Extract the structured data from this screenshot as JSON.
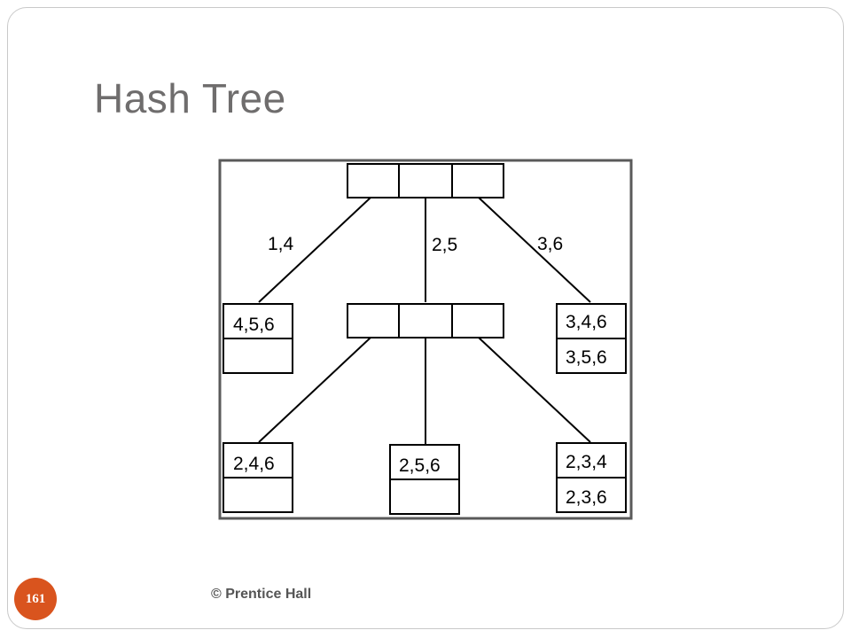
{
  "slide": {
    "title": "Hash Tree",
    "footer": "© Prentice Hall",
    "page_number": "161"
  },
  "diagram": {
    "edge_labels": {
      "left": "1,4",
      "middle": "2,5",
      "right": "3,6"
    },
    "leaves": {
      "top_left": [
        "4,5,6",
        ""
      ],
      "top_right": [
        "3,4,6",
        "3,5,6"
      ],
      "bottom_left": [
        "2,4,6",
        ""
      ],
      "bottom_middle": [
        "2,5,6",
        ""
      ],
      "bottom_right": [
        "2,3,4",
        "2,3,6"
      ]
    }
  },
  "colors": {
    "title": "#6f6d6d",
    "badge": "#d9541e",
    "frame": "#5a5a5a"
  }
}
